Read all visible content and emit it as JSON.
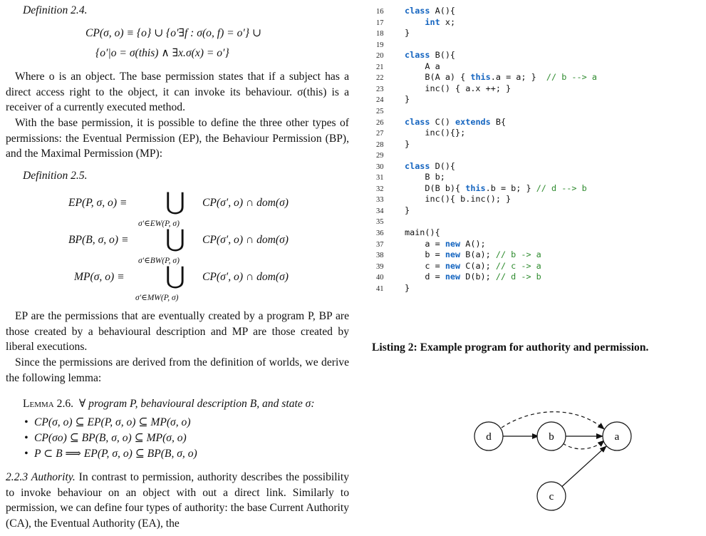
{
  "left": {
    "def24": "Definition 2.4.",
    "eq24_line1": "CP(σ, o) ≡ {o} ∪ {o′∃f : σ(o, f) = o′} ∪",
    "eq24_line2": "{o′|o = σ(this) ∧ ∃x.σ(x) = o′}",
    "p1": "Where o is an object. The base permission states that if a subject has a direct access right to the object, it can invoke its behaviour. σ(this) is a receiver of a currently executed method.",
    "p2": "With the base permission, it is possible to define the three other types of permissions: the Eventual Permission (EP), the Behaviour Permission (BP), and the Maximal Permission (MP):",
    "def25": "Definition 2.5.",
    "eqs25": [
      {
        "lhs": "EP(P, σ, o) ≡",
        "sub": "σ′∈EW(P, σ)",
        "rhs": "CP(σ′, o) ∩ dom(σ)"
      },
      {
        "lhs": "BP(B, σ, o) ≡",
        "sub": "σ′∈BW(P, σ)",
        "rhs": "CP(σ′, o) ∩ dom(σ)"
      },
      {
        "lhs": "MP(σ, o) ≡",
        "sub": "σ′∈MW(P, σ)",
        "rhs": "CP(σ′, o) ∩ dom(σ)"
      }
    ],
    "p3": "EP are the permissions that are eventually created by a program P, BP are those created by a behavioural description and MP are those created by liberal executions.",
    "p4": "Since the permissions are derived from the definition of worlds, we derive the following lemma:",
    "lemma_head": "Lemma 2.6.",
    "lemma_body": "∀ program P, behavioural description B, and state σ:",
    "bullets": [
      "CP(σ, o) ⊆ EP(P, σ, o) ⊆ MP(σ, o)",
      "CP(σo) ⊆ BP(B, σ, o) ⊆ MP(σ, o)",
      "P ⊂ B ⟹ EP(P, σ, o) ⊆ BP(B, σ, o)"
    ],
    "sec_head": "2.2.3 Authority.",
    "p5": "In contrast to permission, authority describes the possibility to invoke behaviour on an object with out a direct link. Similarly to permission, we can define four types of authority: the base Current Authority (CA), the Eventual Authority (EA), the"
  },
  "code": [
    {
      "n": "16",
      "parts": [
        [
          "kw",
          "class"
        ],
        [
          "t",
          " A(){"
        ]
      ]
    },
    {
      "n": "17",
      "parts": [
        [
          "t",
          "    "
        ],
        [
          "kw",
          "int"
        ],
        [
          "t",
          " x;"
        ]
      ]
    },
    {
      "n": "18",
      "parts": [
        [
          "t",
          "}"
        ]
      ]
    },
    {
      "n": "19",
      "parts": []
    },
    {
      "n": "20",
      "parts": [
        [
          "kw",
          "class"
        ],
        [
          "t",
          " B(){"
        ]
      ]
    },
    {
      "n": "21",
      "parts": [
        [
          "t",
          "    A a"
        ]
      ]
    },
    {
      "n": "22",
      "parts": [
        [
          "t",
          "    B(A a) { "
        ],
        [
          "kw",
          "this"
        ],
        [
          "t",
          ".a = a; }  "
        ],
        [
          "cm",
          "// b --> a"
        ]
      ]
    },
    {
      "n": "23",
      "parts": [
        [
          "t",
          "    inc() { a.x ++; }"
        ]
      ]
    },
    {
      "n": "24",
      "parts": [
        [
          "t",
          "}"
        ]
      ]
    },
    {
      "n": "25",
      "parts": []
    },
    {
      "n": "26",
      "parts": [
        [
          "kw",
          "class"
        ],
        [
          "t",
          " C() "
        ],
        [
          "kw",
          "extends"
        ],
        [
          "t",
          " B{"
        ]
      ]
    },
    {
      "n": "27",
      "parts": [
        [
          "t",
          "    inc(){};"
        ]
      ]
    },
    {
      "n": "28",
      "parts": [
        [
          "t",
          "}"
        ]
      ]
    },
    {
      "n": "29",
      "parts": []
    },
    {
      "n": "30",
      "parts": [
        [
          "kw",
          "class"
        ],
        [
          "t",
          " D(){"
        ]
      ]
    },
    {
      "n": "31",
      "parts": [
        [
          "t",
          "    B b;"
        ]
      ]
    },
    {
      "n": "32",
      "parts": [
        [
          "t",
          "    D(B b){ "
        ],
        [
          "kw",
          "this"
        ],
        [
          "t",
          ".b = b; } "
        ],
        [
          "cm",
          "// d --> b"
        ]
      ]
    },
    {
      "n": "33",
      "parts": [
        [
          "t",
          "    inc(){ b.inc(); }"
        ]
      ]
    },
    {
      "n": "34",
      "parts": [
        [
          "t",
          "}"
        ]
      ]
    },
    {
      "n": "35",
      "parts": []
    },
    {
      "n": "36",
      "parts": [
        [
          "t",
          "main(){"
        ]
      ]
    },
    {
      "n": "37",
      "parts": [
        [
          "t",
          "    a = "
        ],
        [
          "kw",
          "new"
        ],
        [
          "t",
          " A();"
        ]
      ]
    },
    {
      "n": "38",
      "parts": [
        [
          "t",
          "    b = "
        ],
        [
          "kw",
          "new"
        ],
        [
          "t",
          " B(a); "
        ],
        [
          "cm",
          "// b -> a"
        ]
      ]
    },
    {
      "n": "39",
      "parts": [
        [
          "t",
          "    c = "
        ],
        [
          "kw",
          "new"
        ],
        [
          "t",
          " C(a); "
        ],
        [
          "cm",
          "// c -> a"
        ]
      ]
    },
    {
      "n": "40",
      "parts": [
        [
          "t",
          "    d = "
        ],
        [
          "kw",
          "new"
        ],
        [
          "t",
          " D(b); "
        ],
        [
          "cm",
          "// d -> b"
        ]
      ]
    },
    {
      "n": "41",
      "parts": [
        [
          "t",
          "}"
        ]
      ]
    }
  ],
  "caption": "Listing 2: Example program for authority and permission.",
  "graph": {
    "nodes": [
      "d",
      "b",
      "a",
      "c"
    ]
  }
}
